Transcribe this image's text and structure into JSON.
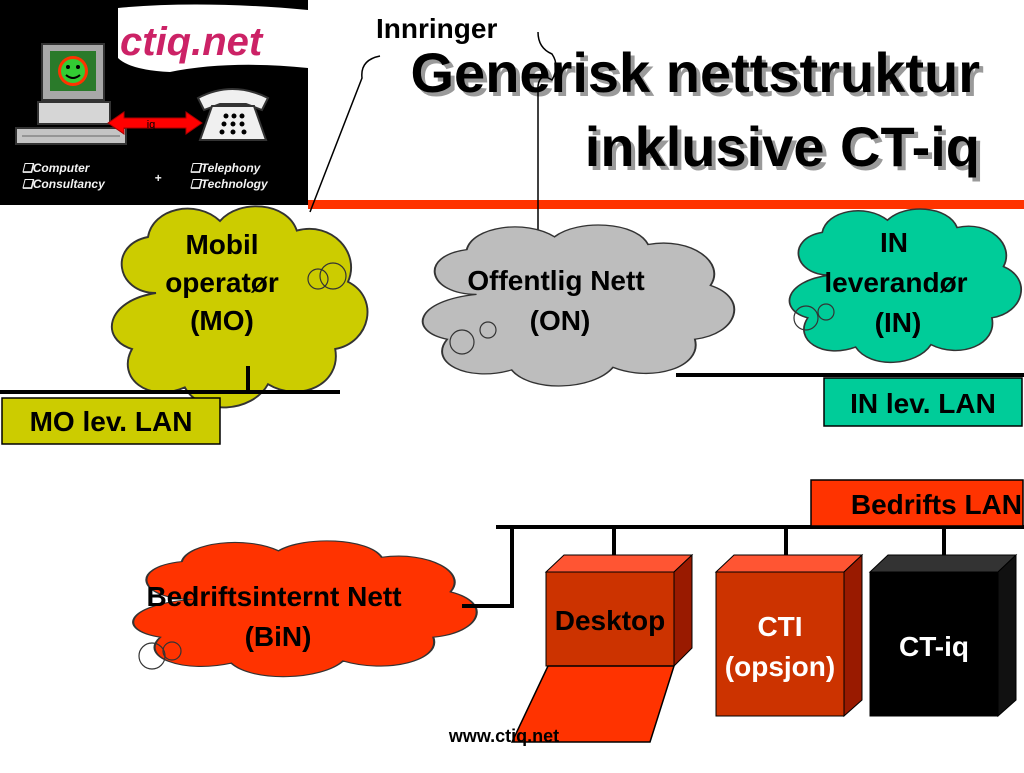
{
  "slide": {
    "title_line1": "Generisk nettstruktur",
    "title_line2": "inklusive CT-iq",
    "callout": "Innringer",
    "footer": "www.ctiq.net"
  },
  "logo": {
    "brand": "ctiq.net",
    "link_label": "iq",
    "left_items": [
      "❑Computer",
      "❑Consultancy"
    ],
    "plus": "+",
    "right_items": [
      "❑Telephony",
      "❑Technology"
    ]
  },
  "clouds": {
    "mo": {
      "lines": [
        "Mobil",
        "operatør",
        "(MO)"
      ],
      "color": "#cccc00"
    },
    "on": {
      "lines": [
        "Offentlig Nett",
        "(ON)"
      ],
      "color": "#bdbdbd"
    },
    "in": {
      "lines": [
        "IN",
        "leverandør",
        "(IN)"
      ],
      "color": "#00cc99"
    },
    "bin": {
      "lines": [
        "Bedriftsinternt Nett",
        "(BiN)"
      ],
      "color": "#ff3300"
    }
  },
  "lan_labels": {
    "mo": {
      "text": "MO lev. LAN",
      "color": "#cccc00"
    },
    "in": {
      "text": "IN lev. LAN",
      "color": "#00cc99"
    },
    "bedrift": {
      "text": "Bedrifts LAN",
      "color": "#ff3300"
    }
  },
  "devices": {
    "desktop": {
      "lines": [
        "Desktop"
      ],
      "color": "#cc3300"
    },
    "cti": {
      "lines": [
        "CTI",
        "(opsjon)"
      ],
      "color": "#cc3300"
    },
    "ctiq": {
      "lines": [
        "CT-iq"
      ],
      "color": "#000000"
    }
  },
  "colors": {
    "accent_bar": "#ff3300",
    "logo_bg": "#000000"
  }
}
